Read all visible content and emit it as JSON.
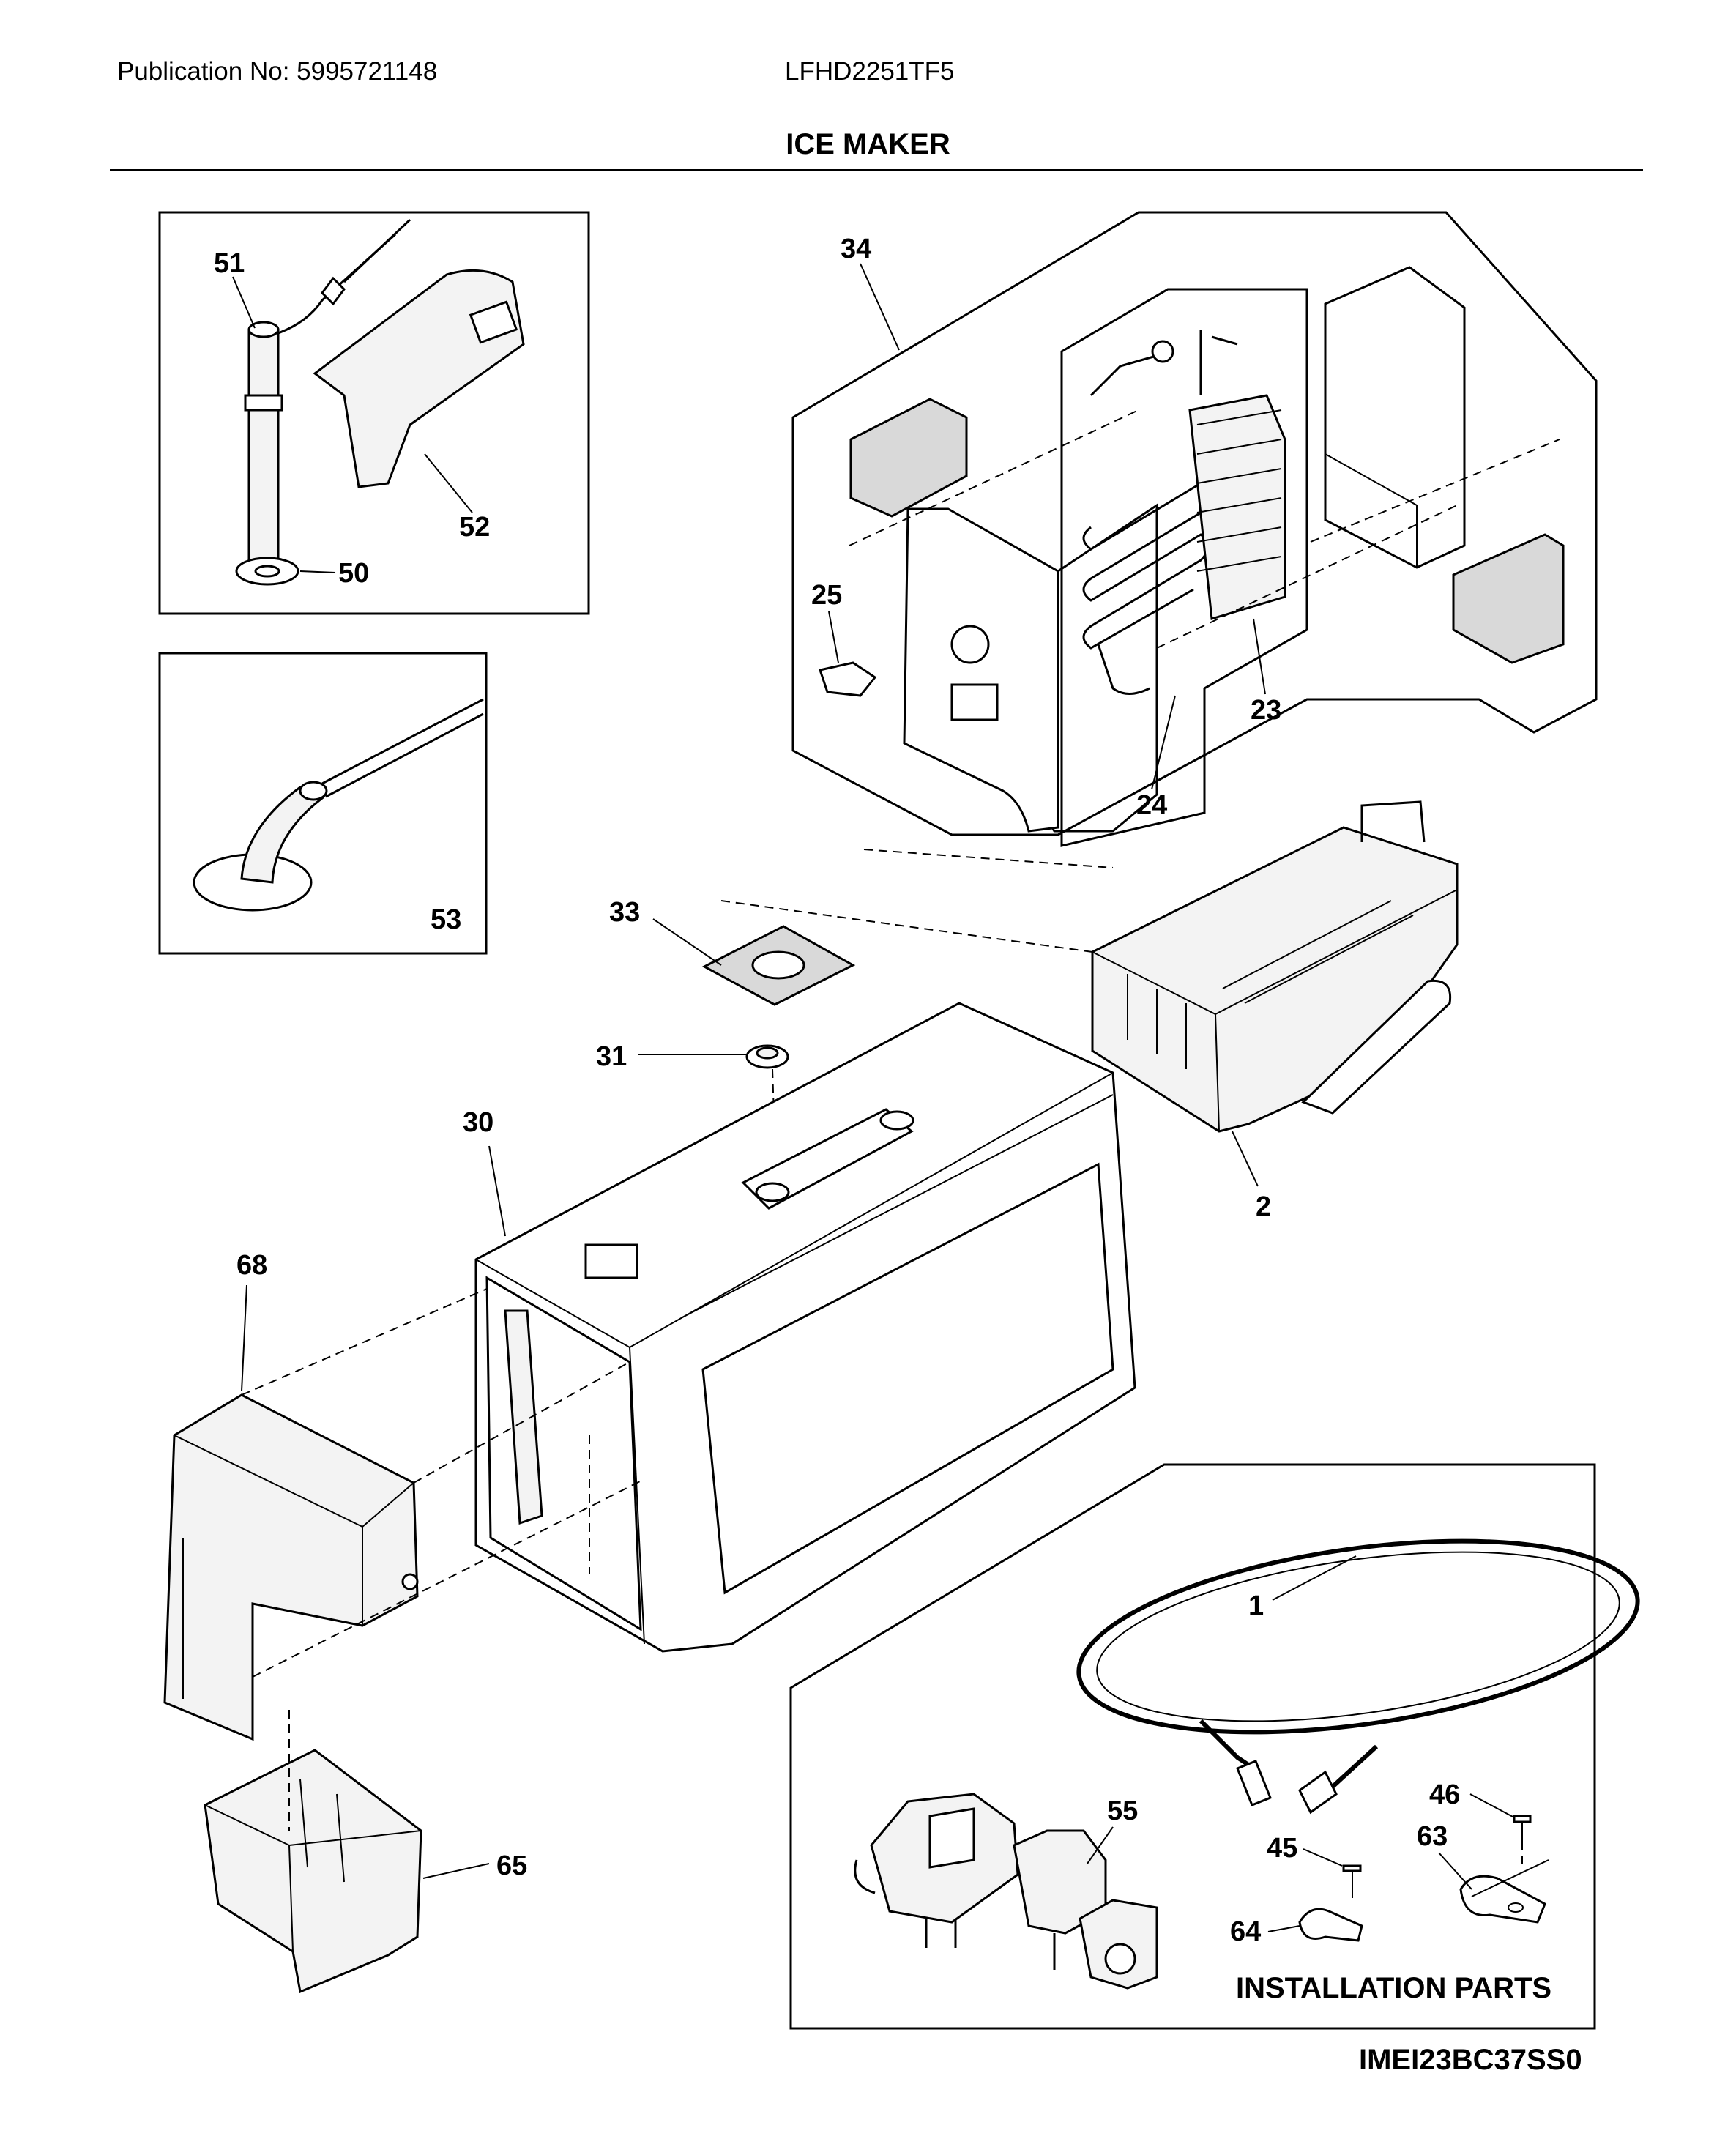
{
  "header": {
    "publication": "Publication No: 5995721148",
    "model": "LFHD2251TF5",
    "title": "ICE MAKER"
  },
  "callouts": {
    "c51": "51",
    "c52": "52",
    "c50": "50",
    "c53": "53",
    "c34": "34",
    "c25": "25",
    "c23": "23",
    "c24": "24",
    "c33": "33",
    "c31": "31",
    "c30": "30",
    "c2": "2",
    "c68": "68",
    "c65": "65",
    "c1": "1",
    "c55": "55",
    "c46": "46",
    "c45": "45",
    "c63": "63",
    "c64": "64"
  },
  "installation_caption": "INSTALLATION PARTS",
  "diagram_code": "IMEI23BC37SS0"
}
